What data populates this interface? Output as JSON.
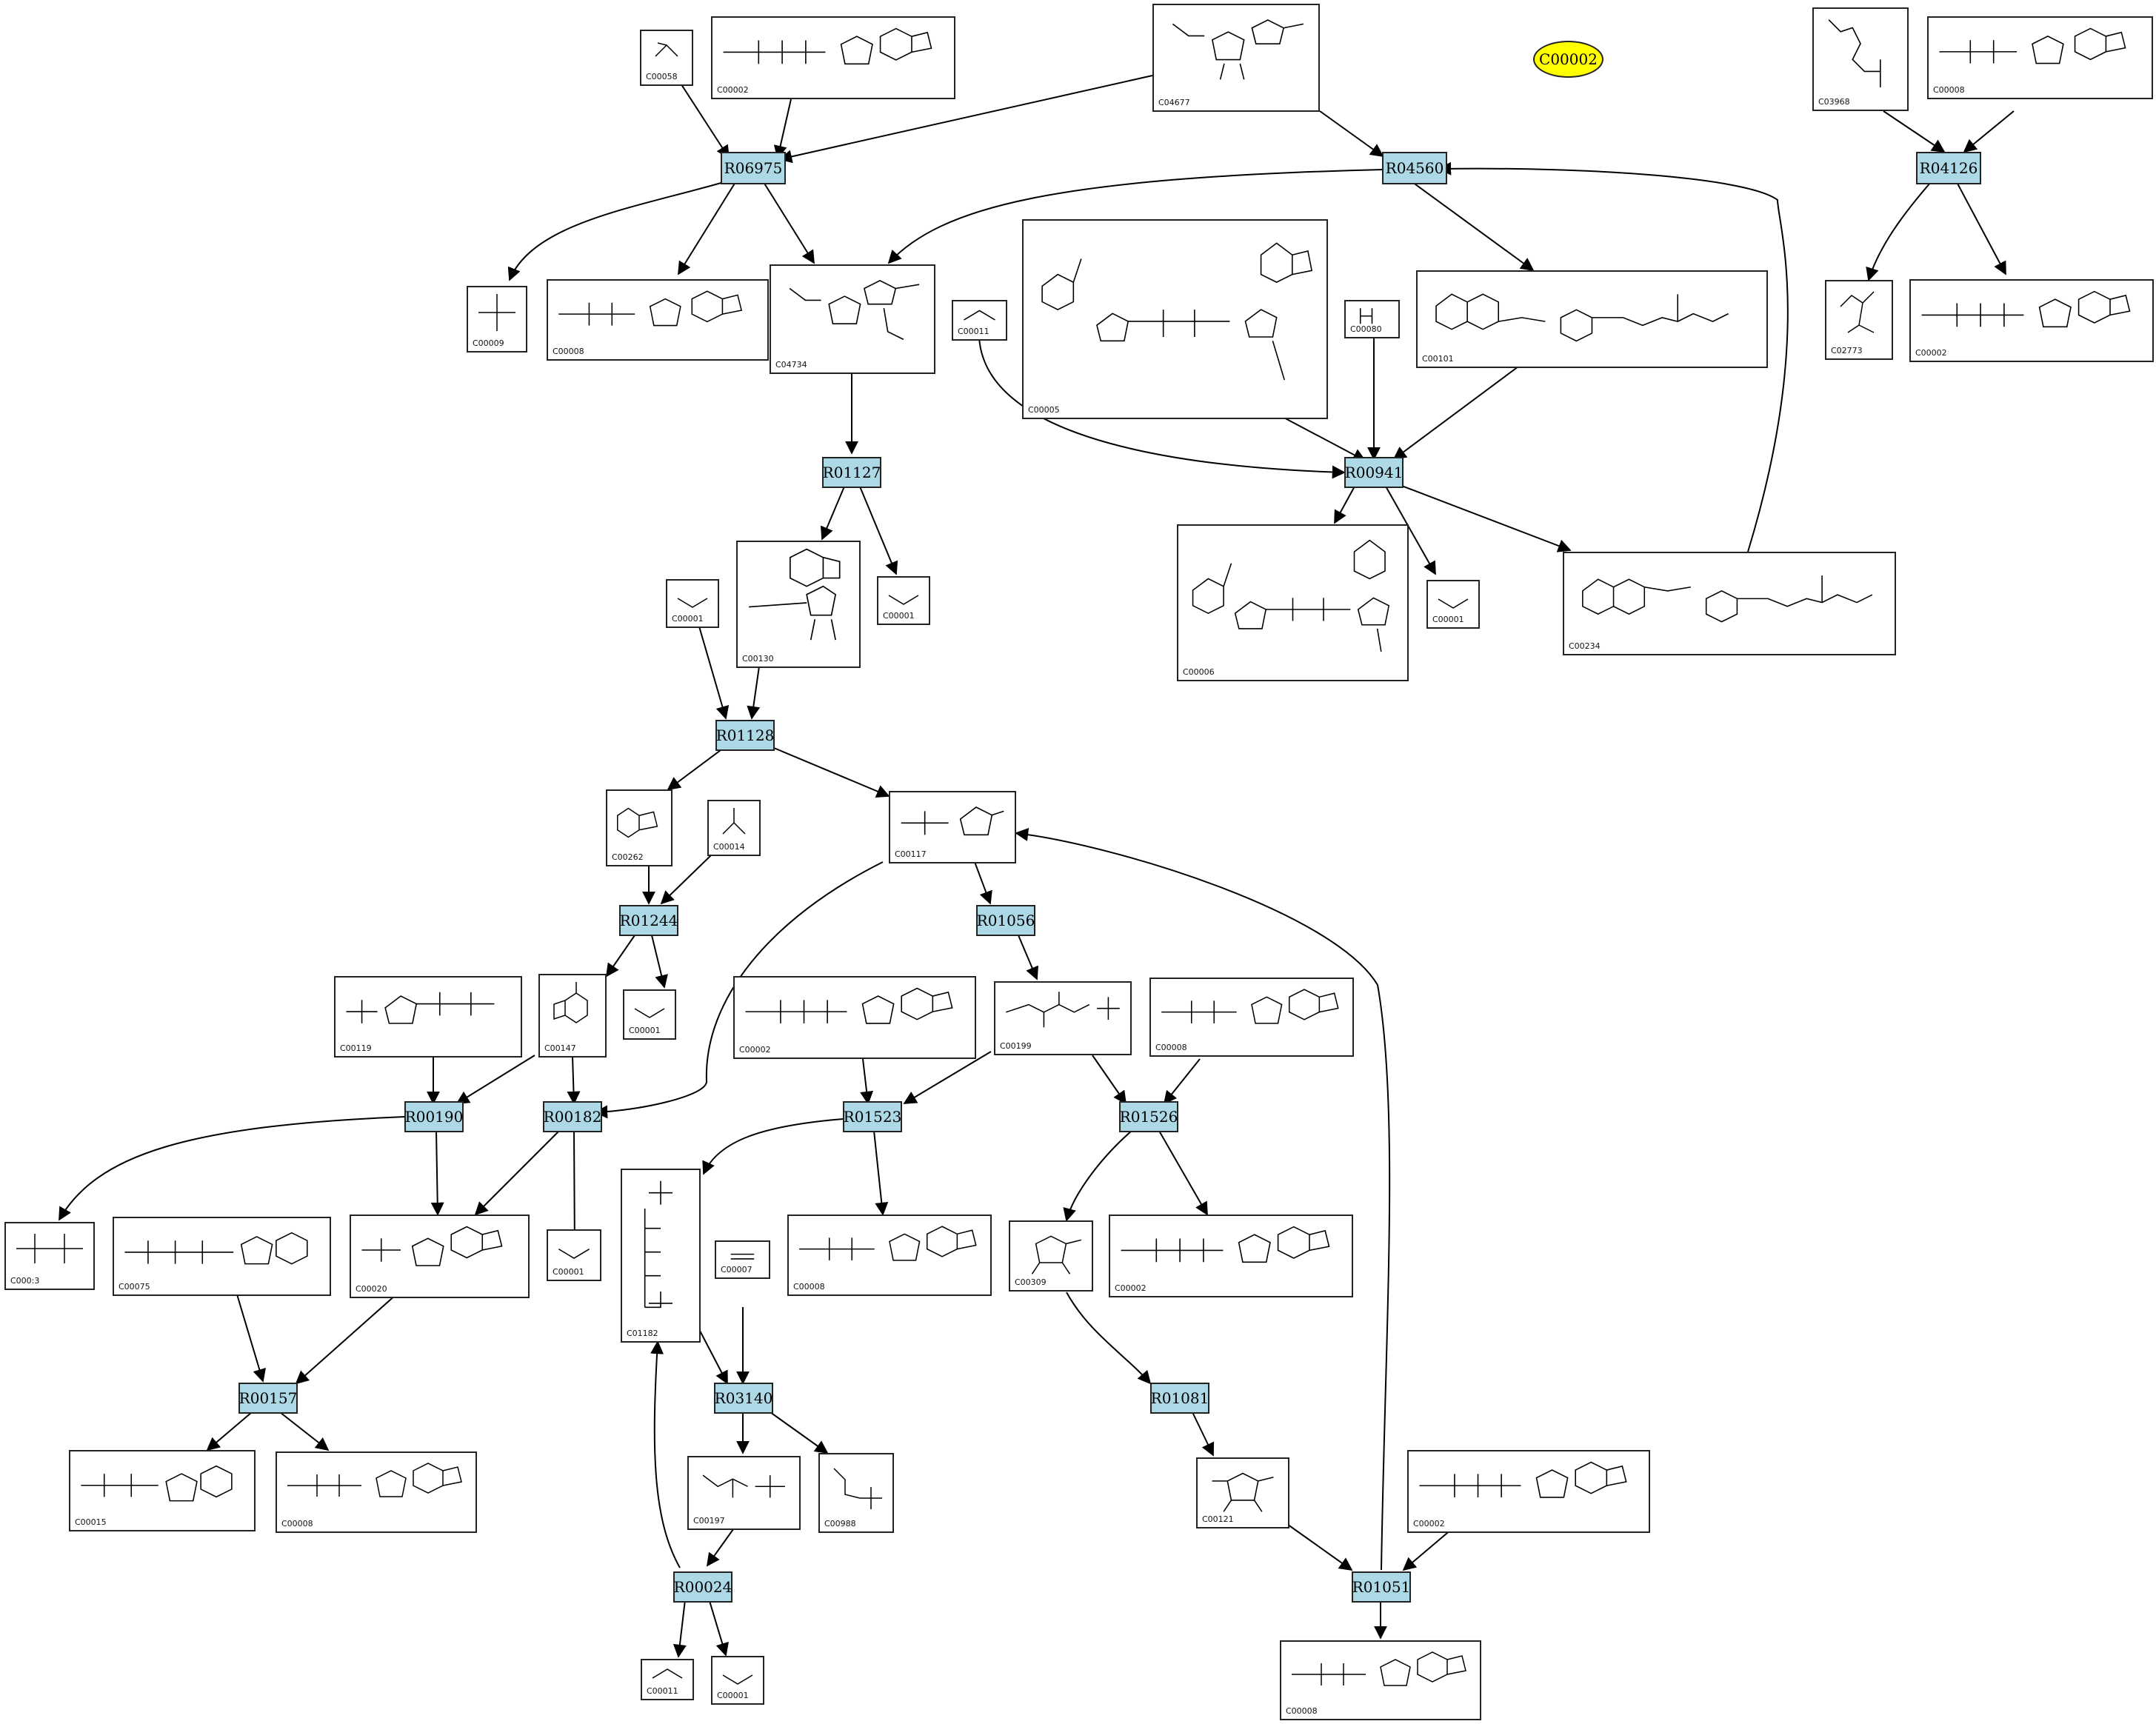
{
  "badge": {
    "label": "C00002"
  },
  "reactions": {
    "R06975": "R06975",
    "R04560": "R04560",
    "R04126": "R04126",
    "R01127": "R01127",
    "R00941": "R00941",
    "R01128": "R01128",
    "R01244": "R01244",
    "R01056": "R01056",
    "R00190": "R00190",
    "R00182": "R00182",
    "R01523": "R01523",
    "R01526": "R01526",
    "R00157": "R00157",
    "R03140": "R03140",
    "R01081": "R01081",
    "R00024": "R00024",
    "R01051": "R01051"
  },
  "compounds": {
    "c00058": {
      "id": "C00058"
    },
    "c00002_a": {
      "id": "C00002"
    },
    "c04677": {
      "id": "C04677"
    },
    "c03968": {
      "id": "C03968"
    },
    "c00008_a": {
      "id": "C00008"
    },
    "c00009": {
      "id": "C00009"
    },
    "c00008_b": {
      "id": "C00008"
    },
    "c04734": {
      "id": "C04734"
    },
    "c00011_a": {
      "id": "C00011"
    },
    "c00005": {
      "id": "C00005"
    },
    "c00080": {
      "id": "C00080"
    },
    "c00101": {
      "id": "C00101"
    },
    "c02773": {
      "id": "C02773"
    },
    "c00002_b": {
      "id": "C00002"
    },
    "c00001_a": {
      "id": "C00001"
    },
    "c00130": {
      "id": "C00130"
    },
    "c00001_b": {
      "id": "C00001"
    },
    "c00006": {
      "id": "C00006"
    },
    "c00001_c": {
      "id": "C00001"
    },
    "c00234": {
      "id": "C00234"
    },
    "c00262": {
      "id": "C00262"
    },
    "c00014": {
      "id": "C00014"
    },
    "c00117": {
      "id": "C00117"
    },
    "c00119": {
      "id": "C00119"
    },
    "c00147": {
      "id": "C00147"
    },
    "c00001_d": {
      "id": "C00001"
    },
    "c00002_c": {
      "id": "C00002"
    },
    "c00199": {
      "id": "C00199"
    },
    "c00008_c": {
      "id": "C00008"
    },
    "c00013": {
      "id": "C000:3"
    },
    "c00075": {
      "id": "C00075"
    },
    "c00020": {
      "id": "C00020"
    },
    "c00001_e": {
      "id": "C00001"
    },
    "c01182": {
      "id": "C01182"
    },
    "c00007": {
      "id": "C00007"
    },
    "c00008_d": {
      "id": "C00008"
    },
    "c00309": {
      "id": "C00309"
    },
    "c00002_d": {
      "id": "C00002"
    },
    "c00015": {
      "id": "C00015"
    },
    "c00008_e": {
      "id": "C00008"
    },
    "c00197": {
      "id": "C00197"
    },
    "c00988": {
      "id": "C00988"
    },
    "c00121": {
      "id": "C00121"
    },
    "c00002_e": {
      "id": "C00002"
    },
    "c00011_b": {
      "id": "C00011"
    },
    "c00001_f": {
      "id": "C00001"
    },
    "c00008_f": {
      "id": "C00008"
    }
  }
}
